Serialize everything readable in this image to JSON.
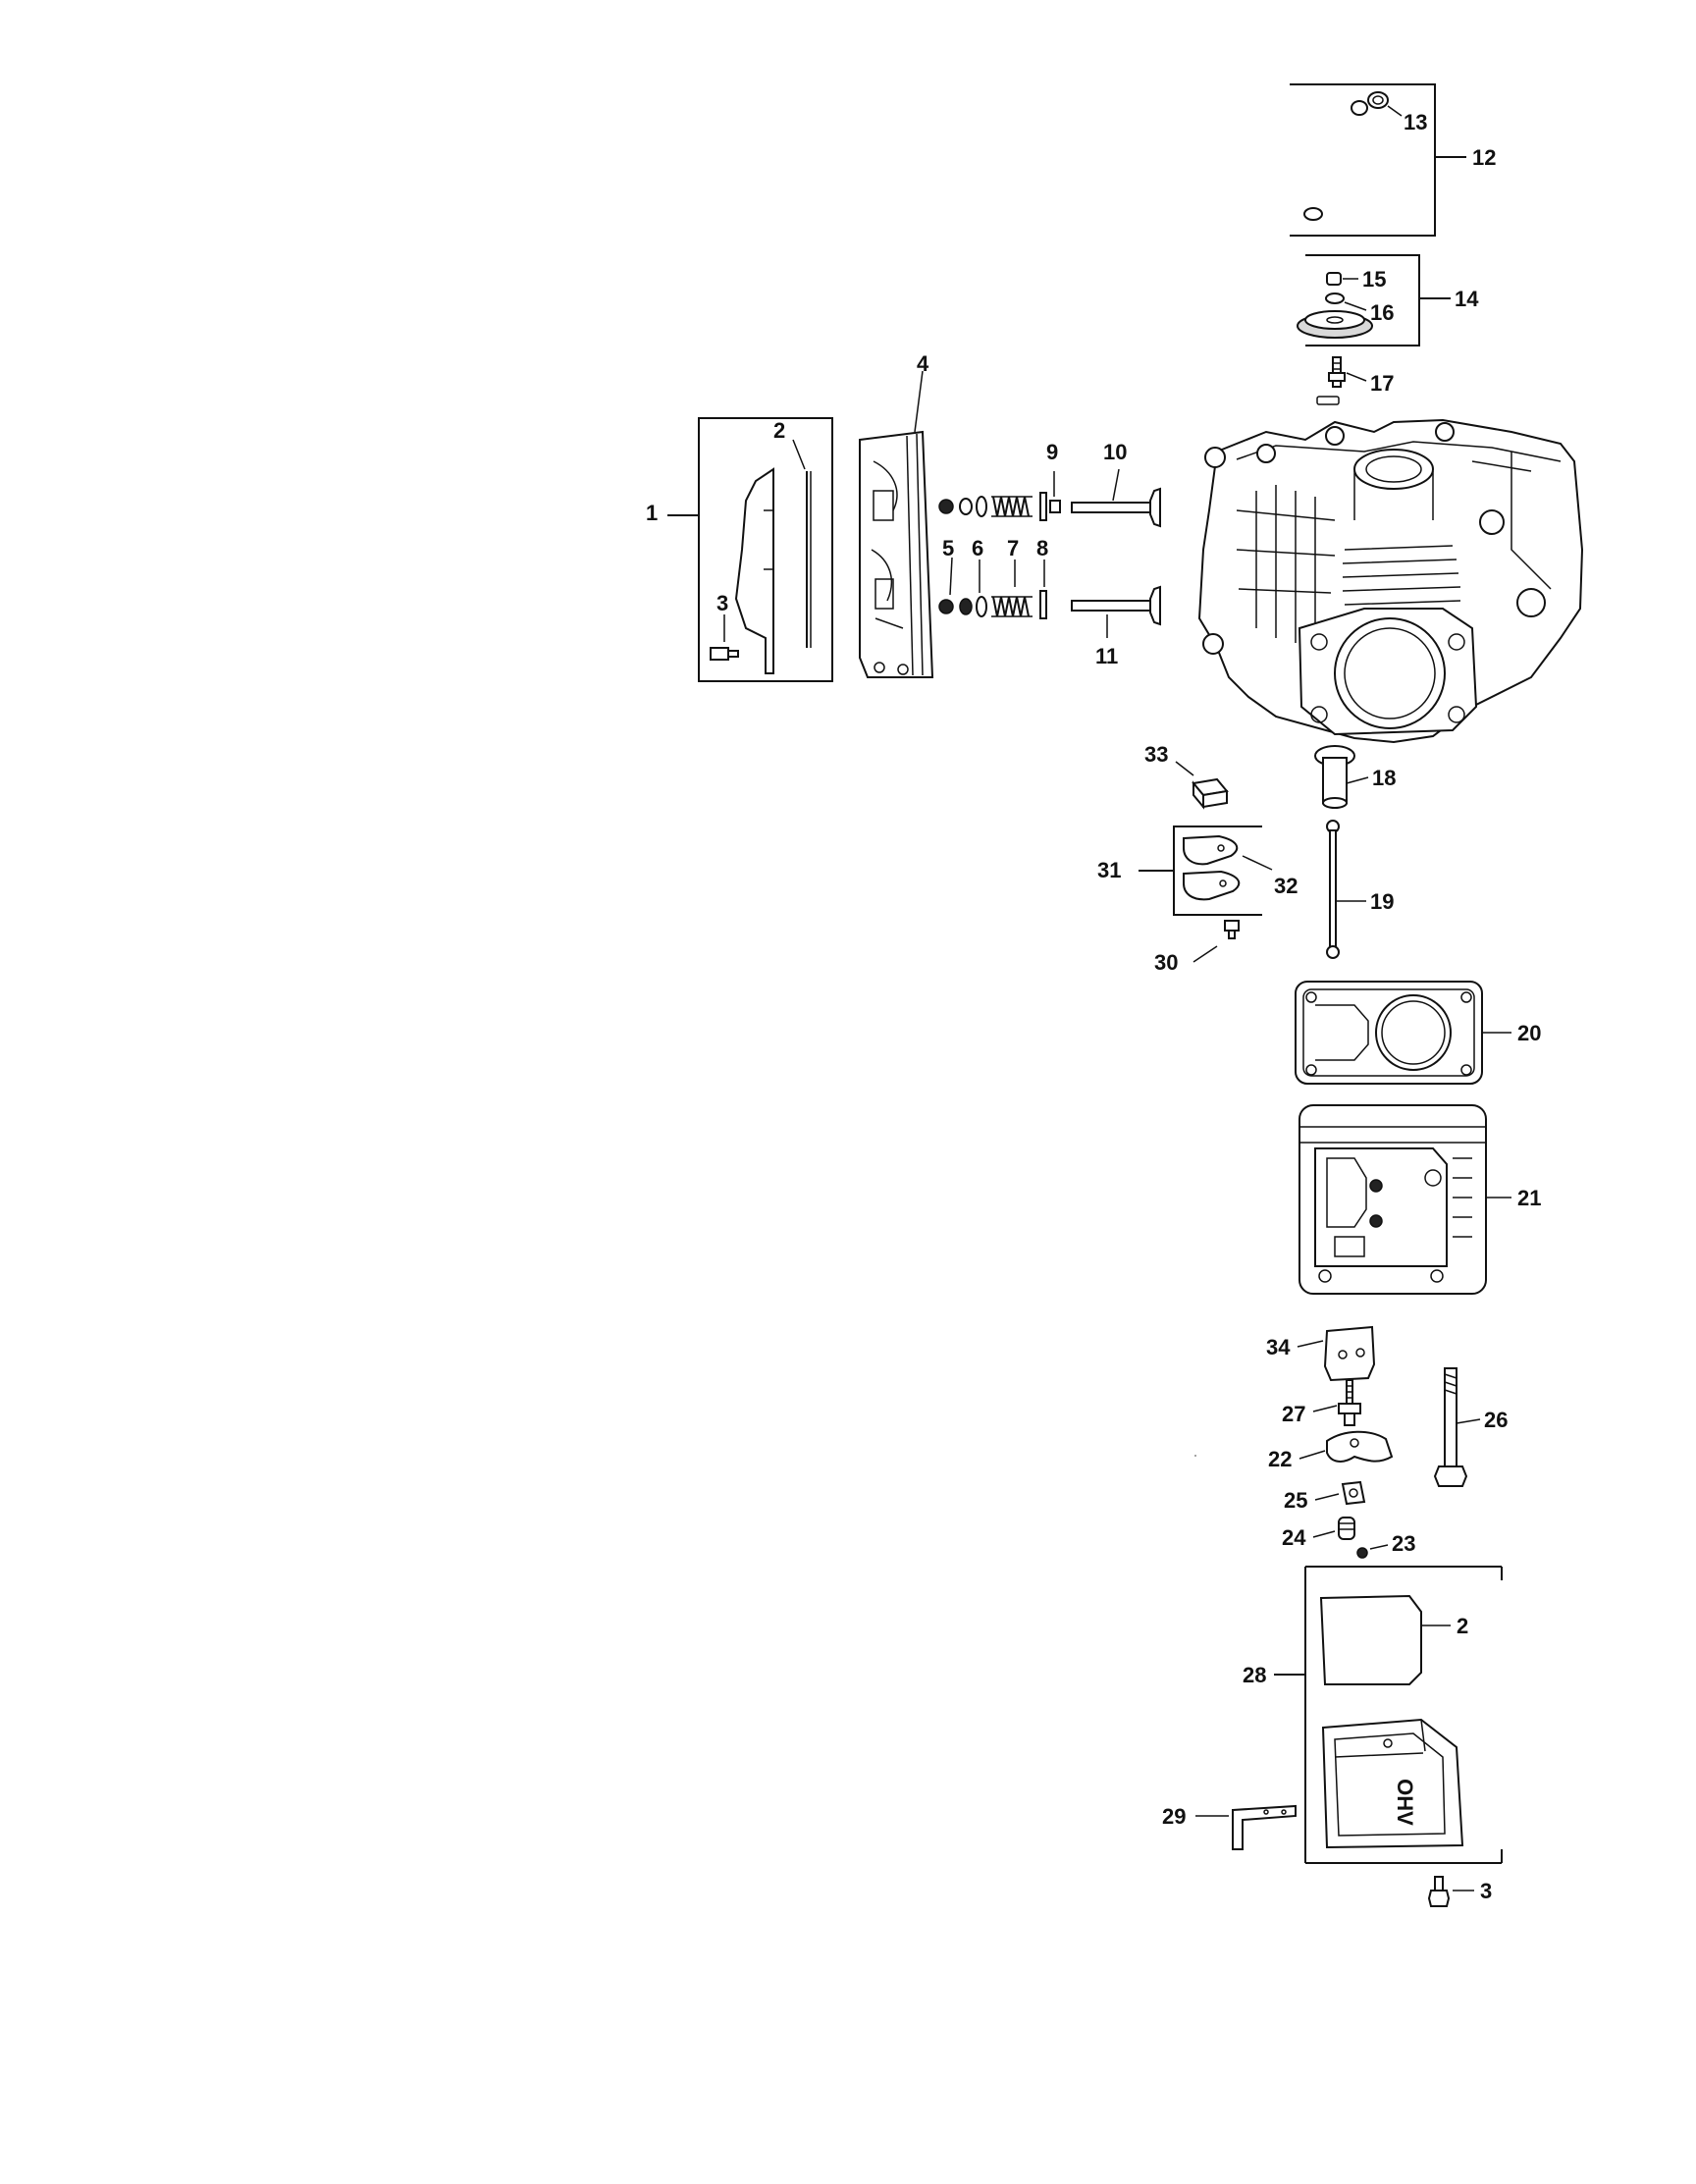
{
  "callouts": [
    {
      "id": "c1",
      "label": "1"
    },
    {
      "id": "c2a",
      "label": "2"
    },
    {
      "id": "c3a",
      "label": "3"
    },
    {
      "id": "c4",
      "label": "4"
    },
    {
      "id": "c5",
      "label": "5"
    },
    {
      "id": "c6",
      "label": "6"
    },
    {
      "id": "c7",
      "label": "7"
    },
    {
      "id": "c8",
      "label": "8"
    },
    {
      "id": "c9",
      "label": "9"
    },
    {
      "id": "c10",
      "label": "10"
    },
    {
      "id": "c11",
      "label": "11"
    },
    {
      "id": "c12",
      "label": "12"
    },
    {
      "id": "c13",
      "label": "13"
    },
    {
      "id": "c14",
      "label": "14"
    },
    {
      "id": "c15",
      "label": "15"
    },
    {
      "id": "c16",
      "label": "16"
    },
    {
      "id": "c17",
      "label": "17"
    },
    {
      "id": "c18",
      "label": "18"
    },
    {
      "id": "c19",
      "label": "19"
    },
    {
      "id": "c20",
      "label": "20"
    },
    {
      "id": "c21",
      "label": "21"
    },
    {
      "id": "c22",
      "label": "22"
    },
    {
      "id": "c23",
      "label": "23"
    },
    {
      "id": "c24",
      "label": "24"
    },
    {
      "id": "c25",
      "label": "25"
    },
    {
      "id": "c26",
      "label": "26"
    },
    {
      "id": "c27",
      "label": "27"
    },
    {
      "id": "c28",
      "label": "28"
    },
    {
      "id": "c2b",
      "label": "2"
    },
    {
      "id": "c29",
      "label": "29"
    },
    {
      "id": "c3b",
      "label": "3"
    },
    {
      "id": "c30",
      "label": "30"
    },
    {
      "id": "c31",
      "label": "31"
    },
    {
      "id": "c32",
      "label": "32"
    },
    {
      "id": "c33",
      "label": "33"
    },
    {
      "id": "c34",
      "label": "34"
    }
  ],
  "valve_cover_text": "OHV"
}
